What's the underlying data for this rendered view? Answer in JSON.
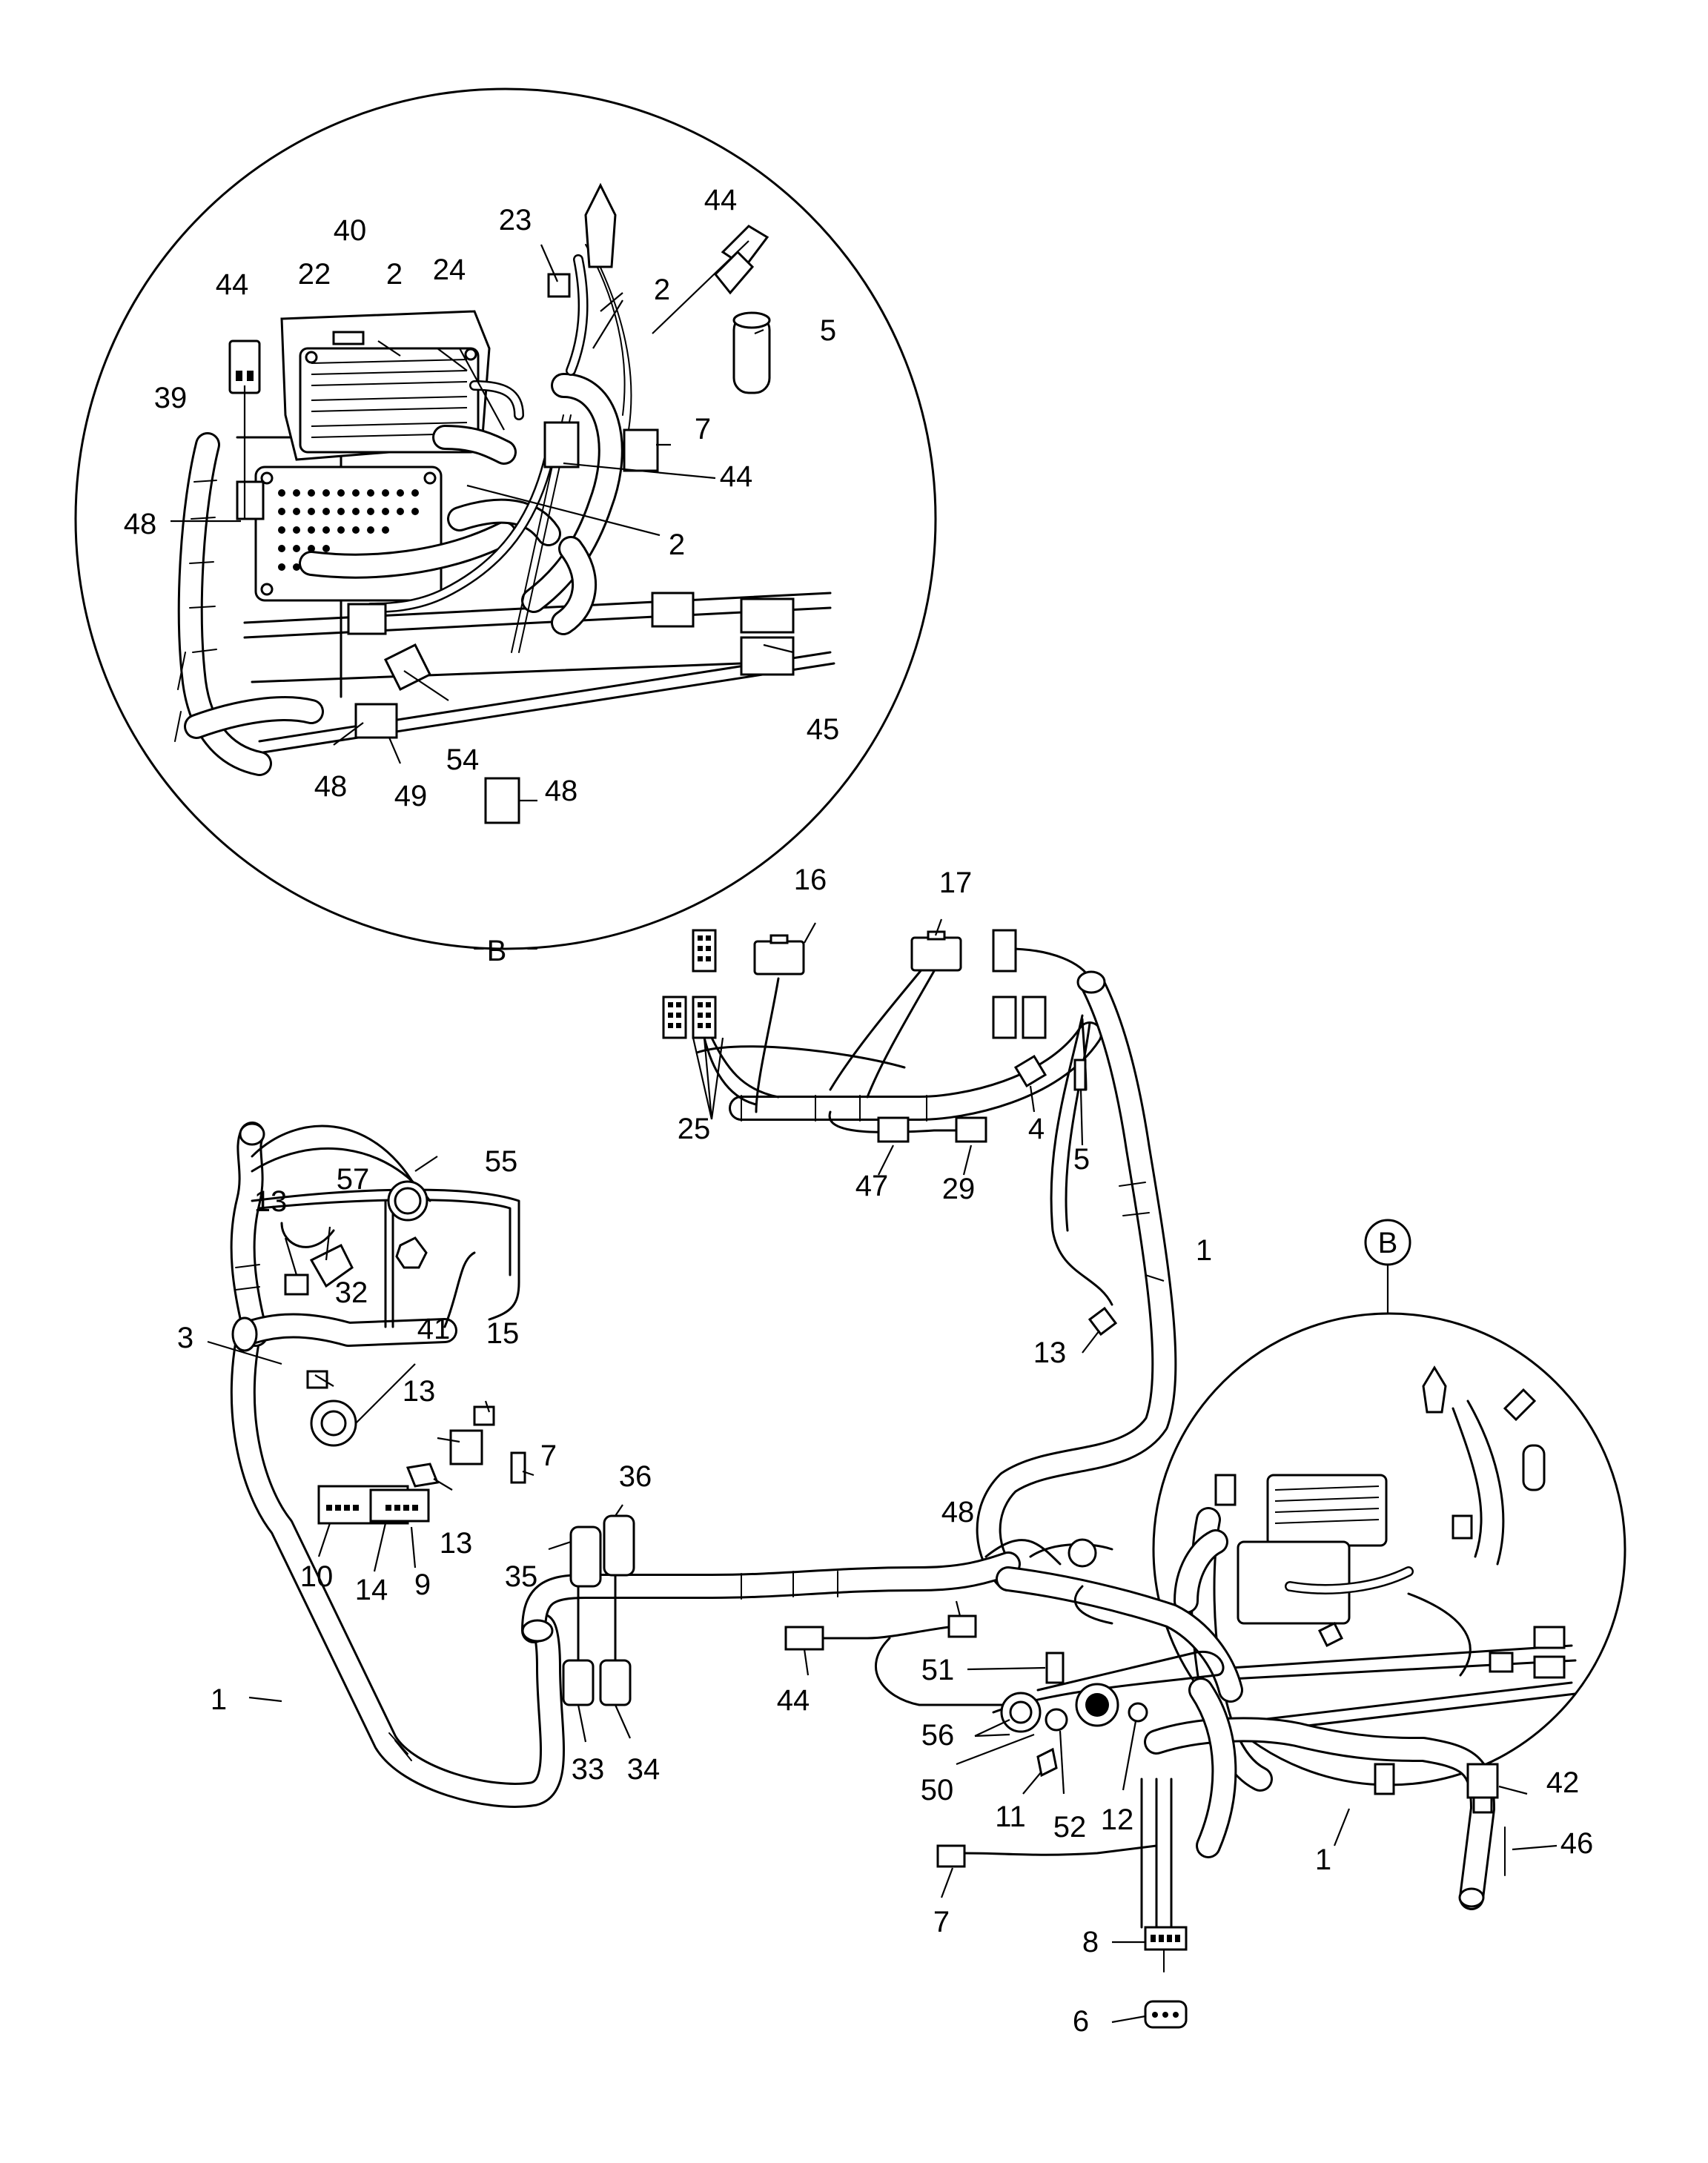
{
  "detail_view": {
    "label": "B",
    "marker_label": "B"
  },
  "callouts": [
    {
      "id": "c-44-a",
      "text": "44"
    },
    {
      "id": "c-23",
      "text": "23"
    },
    {
      "id": "c-40",
      "text": "40"
    },
    {
      "id": "c-22",
      "text": "22"
    },
    {
      "id": "c-2-a",
      "text": "2"
    },
    {
      "id": "c-24",
      "text": "24"
    },
    {
      "id": "c-2-b",
      "text": "2"
    },
    {
      "id": "c-5-a",
      "text": "5"
    },
    {
      "id": "c-44-b",
      "text": "44"
    },
    {
      "id": "c-39",
      "text": "39"
    },
    {
      "id": "c-7-a",
      "text": "7"
    },
    {
      "id": "c-44-c",
      "text": "44"
    },
    {
      "id": "c-48-a",
      "text": "48"
    },
    {
      "id": "c-2-c",
      "text": "2"
    },
    {
      "id": "c-45",
      "text": "45"
    },
    {
      "id": "c-54",
      "text": "54"
    },
    {
      "id": "c-48-b",
      "text": "48"
    },
    {
      "id": "c-49",
      "text": "49"
    },
    {
      "id": "c-48-c",
      "text": "48"
    },
    {
      "id": "c-16",
      "text": "16"
    },
    {
      "id": "c-17",
      "text": "17"
    },
    {
      "id": "c-25",
      "text": "25"
    },
    {
      "id": "c-47",
      "text": "47"
    },
    {
      "id": "c-29",
      "text": "29"
    },
    {
      "id": "c-4",
      "text": "4"
    },
    {
      "id": "c-5-b",
      "text": "5"
    },
    {
      "id": "c-13-a",
      "text": "13"
    },
    {
      "id": "c-57",
      "text": "57"
    },
    {
      "id": "c-55",
      "text": "55"
    },
    {
      "id": "c-1-a",
      "text": "1"
    },
    {
      "id": "c-32",
      "text": "32"
    },
    {
      "id": "c-3",
      "text": "3"
    },
    {
      "id": "c-41",
      "text": "41"
    },
    {
      "id": "c-15",
      "text": "15"
    },
    {
      "id": "c-13-b",
      "text": "13"
    },
    {
      "id": "c-13-c",
      "text": "13"
    },
    {
      "id": "c-7-b",
      "text": "7"
    },
    {
      "id": "c-36",
      "text": "36"
    },
    {
      "id": "c-13-d",
      "text": "13"
    },
    {
      "id": "c-35",
      "text": "35"
    },
    {
      "id": "c-10",
      "text": "10"
    },
    {
      "id": "c-14",
      "text": "14"
    },
    {
      "id": "c-9",
      "text": "9"
    },
    {
      "id": "c-48-d",
      "text": "48"
    },
    {
      "id": "c-51",
      "text": "51"
    },
    {
      "id": "c-1-b",
      "text": "1"
    },
    {
      "id": "c-44-d",
      "text": "44"
    },
    {
      "id": "c-33",
      "text": "33"
    },
    {
      "id": "c-34",
      "text": "34"
    },
    {
      "id": "c-56",
      "text": "56"
    },
    {
      "id": "c-50",
      "text": "50"
    },
    {
      "id": "c-11",
      "text": "11"
    },
    {
      "id": "c-52",
      "text": "52"
    },
    {
      "id": "c-12",
      "text": "12"
    },
    {
      "id": "c-42",
      "text": "42"
    },
    {
      "id": "c-1-c",
      "text": "1"
    },
    {
      "id": "c-46",
      "text": "46"
    },
    {
      "id": "c-7-c",
      "text": "7"
    },
    {
      "id": "c-8",
      "text": "8"
    },
    {
      "id": "c-6",
      "text": "6"
    }
  ]
}
